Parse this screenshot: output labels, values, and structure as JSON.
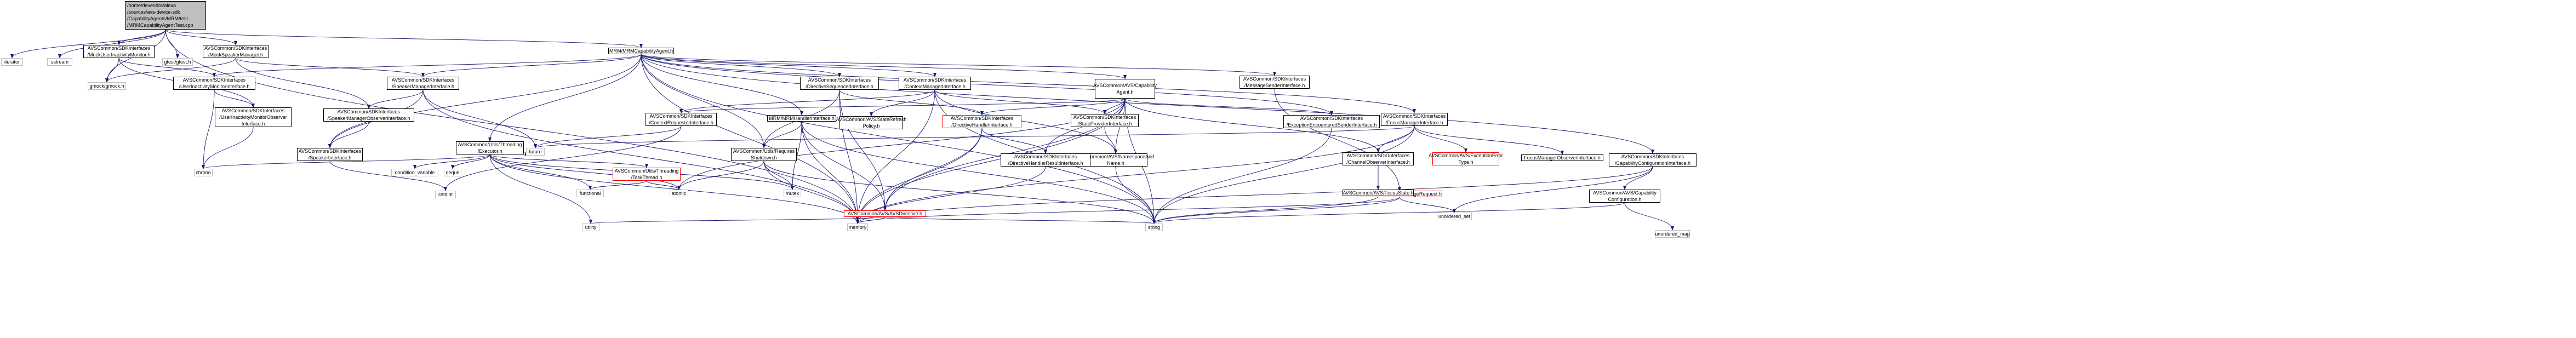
{
  "graph": {
    "nodes": [
      {
        "id": "root",
        "label": "/home/devendra/alexa\n/sources/avs-device-sdk\n/CapabilityAgents/MRM/test\n/MRMCapabilityAgentTest.cpp",
        "style": "root"
      },
      {
        "id": "iterator",
        "label": "iterator",
        "style": "plain"
      },
      {
        "id": "sstream",
        "label": "sstream",
        "style": "plain"
      },
      {
        "id": "mockUIM",
        "label": "AVSCommon/SDKInterfaces\n/MockUserInactivityMonitor.h",
        "style": "normal"
      },
      {
        "id": "gtest",
        "label": "gtest/gtest.h",
        "style": "plain"
      },
      {
        "id": "mockSpk",
        "label": "AVSCommon/SDKInterfaces\n/MockSpeakerManager.h",
        "style": "normal"
      },
      {
        "id": "mrmca",
        "label": "MRM/MRMCapabilityAgent.h",
        "style": "normal"
      },
      {
        "id": "gmock",
        "label": "gmock/gmock.h",
        "style": "plain"
      },
      {
        "id": "uimi",
        "label": "AVSCommon/SDKInterfaces\n/UserInactivityMonitorInterface.h",
        "style": "normal"
      },
      {
        "id": "uimoi",
        "label": "AVSCommon/SDKInterfaces\n/UserInactivityMonitorObserver\nInterface.h",
        "style": "normal"
      },
      {
        "id": "chrono",
        "label": "chrono",
        "style": "plain"
      },
      {
        "id": "smi",
        "label": "AVSCommon/SDKInterfaces\n/SpeakerManagerInterface.h",
        "style": "normal"
      },
      {
        "id": "smoi",
        "label": "AVSCommon/SDKInterfaces\n/SpeakerManagerObserverInterface.h",
        "style": "normal"
      },
      {
        "id": "spki",
        "label": "AVSCommon/SDKInterfaces\n/SpeakerInterface.h",
        "style": "normal"
      },
      {
        "id": "cstdint",
        "label": "cstdint",
        "style": "plain"
      },
      {
        "id": "executor",
        "label": "AVSCommon/Utils/Threading\n/Executor.h",
        "style": "normal"
      },
      {
        "id": "condvar",
        "label": "condition_variable",
        "style": "plain"
      },
      {
        "id": "deque",
        "label": "deque",
        "style": "plain"
      },
      {
        "id": "future",
        "label": "future",
        "style": "plain"
      },
      {
        "id": "tasktl",
        "label": "AVSCommon/Utils/Threading\n/TaskThread.h",
        "style": "red"
      },
      {
        "id": "functional",
        "label": "functional",
        "style": "plain"
      },
      {
        "id": "atomic",
        "label": "atomic",
        "style": "plain"
      },
      {
        "id": "mrmhi",
        "label": "MRM/MRMHandlerInterface.h",
        "style": "normal"
      },
      {
        "id": "reqshut",
        "label": "AVSCommon/Utils/Requires\nShutdown.h",
        "style": "normal"
      },
      {
        "id": "mutex",
        "label": "mutex",
        "style": "plain"
      },
      {
        "id": "dirseq",
        "label": "AVSCommon/SDKInterfaces\n/DirectiveSequencerInterface.h",
        "style": "normal"
      },
      {
        "id": "ctxmgr",
        "label": "AVSCommon/SDKInterfaces\n/ContextManagerInterface.h",
        "style": "normal"
      },
      {
        "id": "ctxreq",
        "label": "AVSCommon/SDKInterfaces\n/ContextRequesterInterface.h",
        "style": "normal"
      },
      {
        "id": "statefr",
        "label": "AVSCommon/AVS/StateRefresh\nPolicy.h",
        "style": "normal"
      },
      {
        "id": "dirhand",
        "label": "AVSCommon/SDKInterfaces\n/DirectiveHandlerInterface.h",
        "style": "red"
      },
      {
        "id": "avsdir",
        "label": "AVSCommon/AVS/AVSDirective.h",
        "style": "red"
      },
      {
        "id": "capag",
        "label": "AVSCommon/AVS/Capability\nAgent.h",
        "style": "normal"
      },
      {
        "id": "stprov",
        "label": "AVSCommon/SDKInterfaces\n/StateProviderInterface.h",
        "style": "normal"
      },
      {
        "id": "nsname",
        "label": "AVSCommon/AVS/NamespaceAnd\nName.h",
        "style": "normal"
      },
      {
        "id": "dhrs",
        "label": "AVSCommon/SDKInterfaces\n/DirectiveHandlerResultInterface.h",
        "style": "normal"
      },
      {
        "id": "msgsend",
        "label": "AVSCommon/SDKInterfaces\n/MessageSenderInterface.h",
        "style": "normal"
      },
      {
        "id": "msgreq",
        "label": "AVSCommon/AVS/MessageRequest.h",
        "style": "red"
      },
      {
        "id": "excsend",
        "label": "AVSCommon/SDKInterfaces\n/ExceptionEncounteredSenderInterface.h",
        "style": "normal"
      },
      {
        "id": "focusmgr",
        "label": "AVSCommon/SDKInterfaces\n/FocusManagerInterface.h",
        "style": "normal"
      },
      {
        "id": "chobs",
        "label": "AVSCommon/SDKInterfaces\n/ChannelObserverInterface.h",
        "style": "normal"
      },
      {
        "id": "exctype",
        "label": "AVSCommon/AVS/ExceptionError\nType.h",
        "style": "red"
      },
      {
        "id": "focobs",
        "label": "FocusManagerObserverInterface.h",
        "style": "normal"
      },
      {
        "id": "focstate",
        "label": "AVSCommon/AVS/FocusState.h",
        "style": "normal"
      },
      {
        "id": "capcfgi",
        "label": "AVSCommon/SDKInterfaces\n/CapabilityConfigurationInterface.h",
        "style": "normal"
      },
      {
        "id": "capcfg",
        "label": "AVSCommon/AVS/Capability\nConfiguration.h",
        "style": "normal"
      },
      {
        "id": "uset",
        "label": "unordered_set",
        "style": "plain"
      },
      {
        "id": "umap",
        "label": "unordered_map",
        "style": "plain"
      },
      {
        "id": "utility",
        "label": "utility",
        "style": "plain"
      },
      {
        "id": "memory",
        "label": "memory",
        "style": "plain"
      },
      {
        "id": "string",
        "label": "string",
        "style": "plain"
      }
    ],
    "colors": {
      "root_fill": "#bfbfbf",
      "edge": "#191970",
      "plain_border": "#bfbfbf",
      "red_border": "#ff0000"
    }
  }
}
